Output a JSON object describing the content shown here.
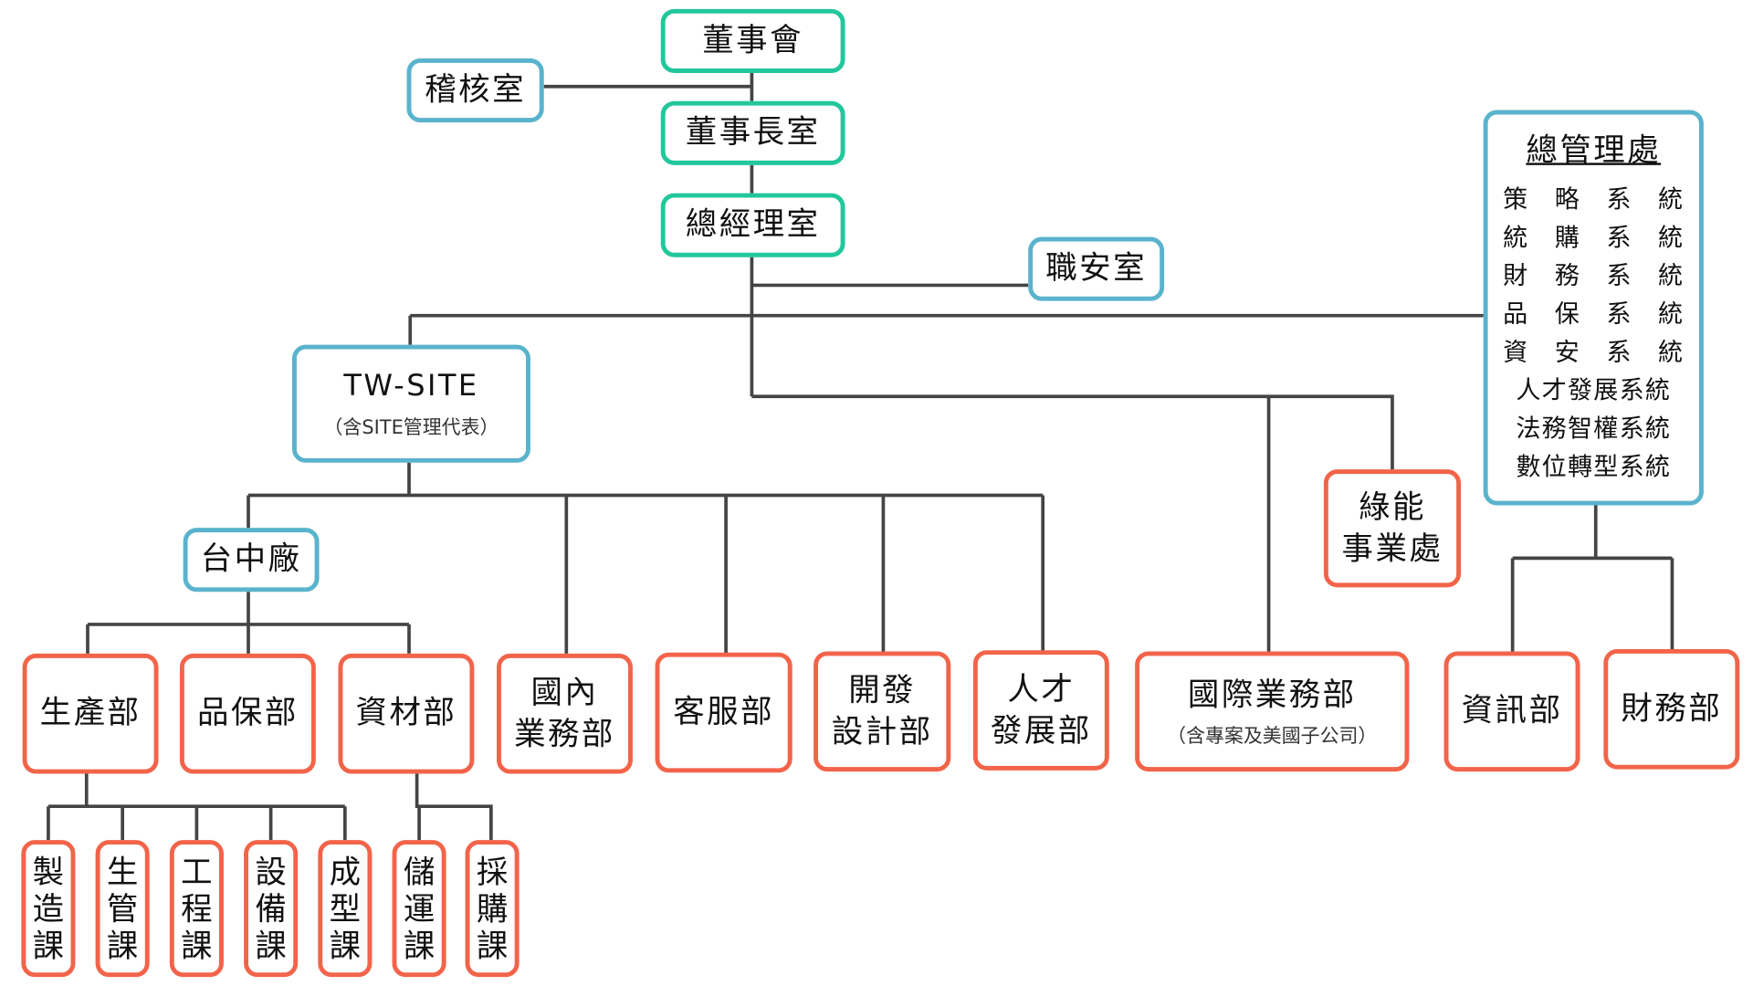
{
  "top": {
    "board": "董事會",
    "audit": "稽核室",
    "chairman": "董事長室",
    "president": "總經理室",
    "safety": "職安室"
  },
  "admin": {
    "title": "總管理處",
    "systems": [
      "策　略　系　統",
      "統　購　系　統",
      "財　務　系　統",
      "品　保　系　統",
      "資　安　系　統",
      "人才發展系統",
      "法務智權系統",
      "數位轉型系統"
    ]
  },
  "tw_site": {
    "title": "TW-SITE",
    "subtitle": "（含SITE管理代表）"
  },
  "taichung": "台中廠",
  "green": [
    "綠能",
    "事業處"
  ],
  "departments": {
    "production": "生產部",
    "qa": "品保部",
    "materials": "資材部",
    "domestic": [
      "國內",
      "業務部"
    ],
    "service": "客服部",
    "design": [
      "開發",
      "設計部"
    ],
    "talent": [
      "人才",
      "發展部"
    ],
    "intl": {
      "title": "國際業務部",
      "subtitle": "（含專案及美國子公司）"
    },
    "it": "資訊部",
    "finance": "財務部"
  },
  "sections": [
    "製造課",
    "生管課",
    "工程課",
    "設備課",
    "成型課",
    "儲運課",
    "採購課"
  ],
  "colors": {
    "line": "#444444",
    "teal": "#22c79c",
    "blue": "#5ab3cd",
    "red": "#f2644a"
  }
}
